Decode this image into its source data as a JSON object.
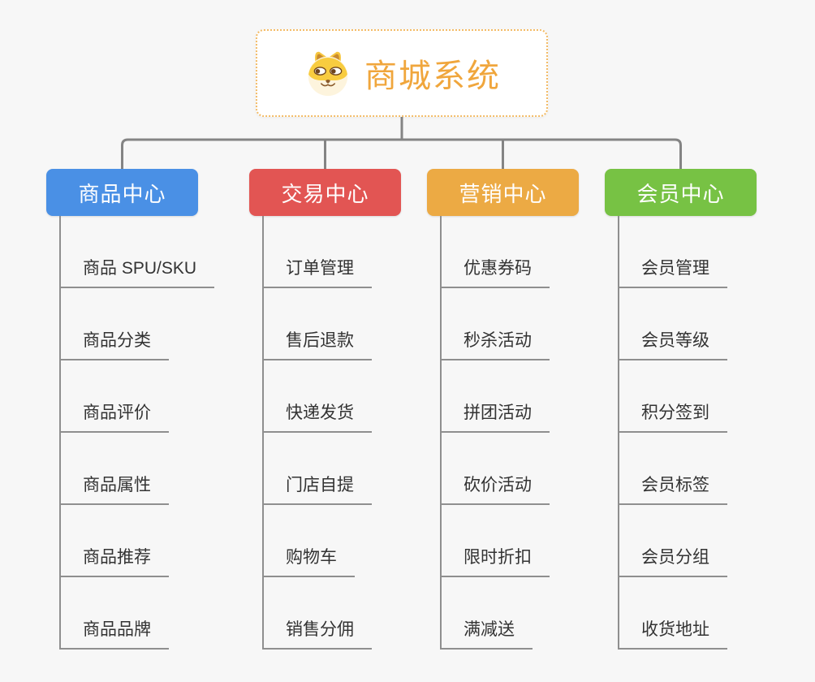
{
  "page": {
    "background": "#f7f7f7",
    "connector_color": "#848484",
    "line_color": "#8f8f8f"
  },
  "root": {
    "title": "商城系统",
    "title_color": "#f0a63c",
    "border_color": "#f3bb66",
    "icon": "doge-icon"
  },
  "branches": [
    {
      "label": "商品中心",
      "color": "#4a90e5",
      "children": [
        "商品 SPU/SKU",
        "商品分类",
        "商品评价",
        "商品属性",
        "商品推荐",
        "商品品牌"
      ]
    },
    {
      "label": "交易中心",
      "color": "#e25553",
      "children": [
        "订单管理",
        "售后退款",
        "快递发货",
        "门店自提",
        "购物车",
        "销售分佣"
      ]
    },
    {
      "label": "营销中心",
      "color": "#ecaa44",
      "children": [
        "优惠券码",
        "秒杀活动",
        "拼团活动",
        "砍价活动",
        "限时折扣",
        "满减送"
      ]
    },
    {
      "label": "会员中心",
      "color": "#77c244",
      "children": [
        "会员管理",
        "会员等级",
        "积分签到",
        "会员标签",
        "会员分组",
        "收货地址"
      ]
    }
  ]
}
